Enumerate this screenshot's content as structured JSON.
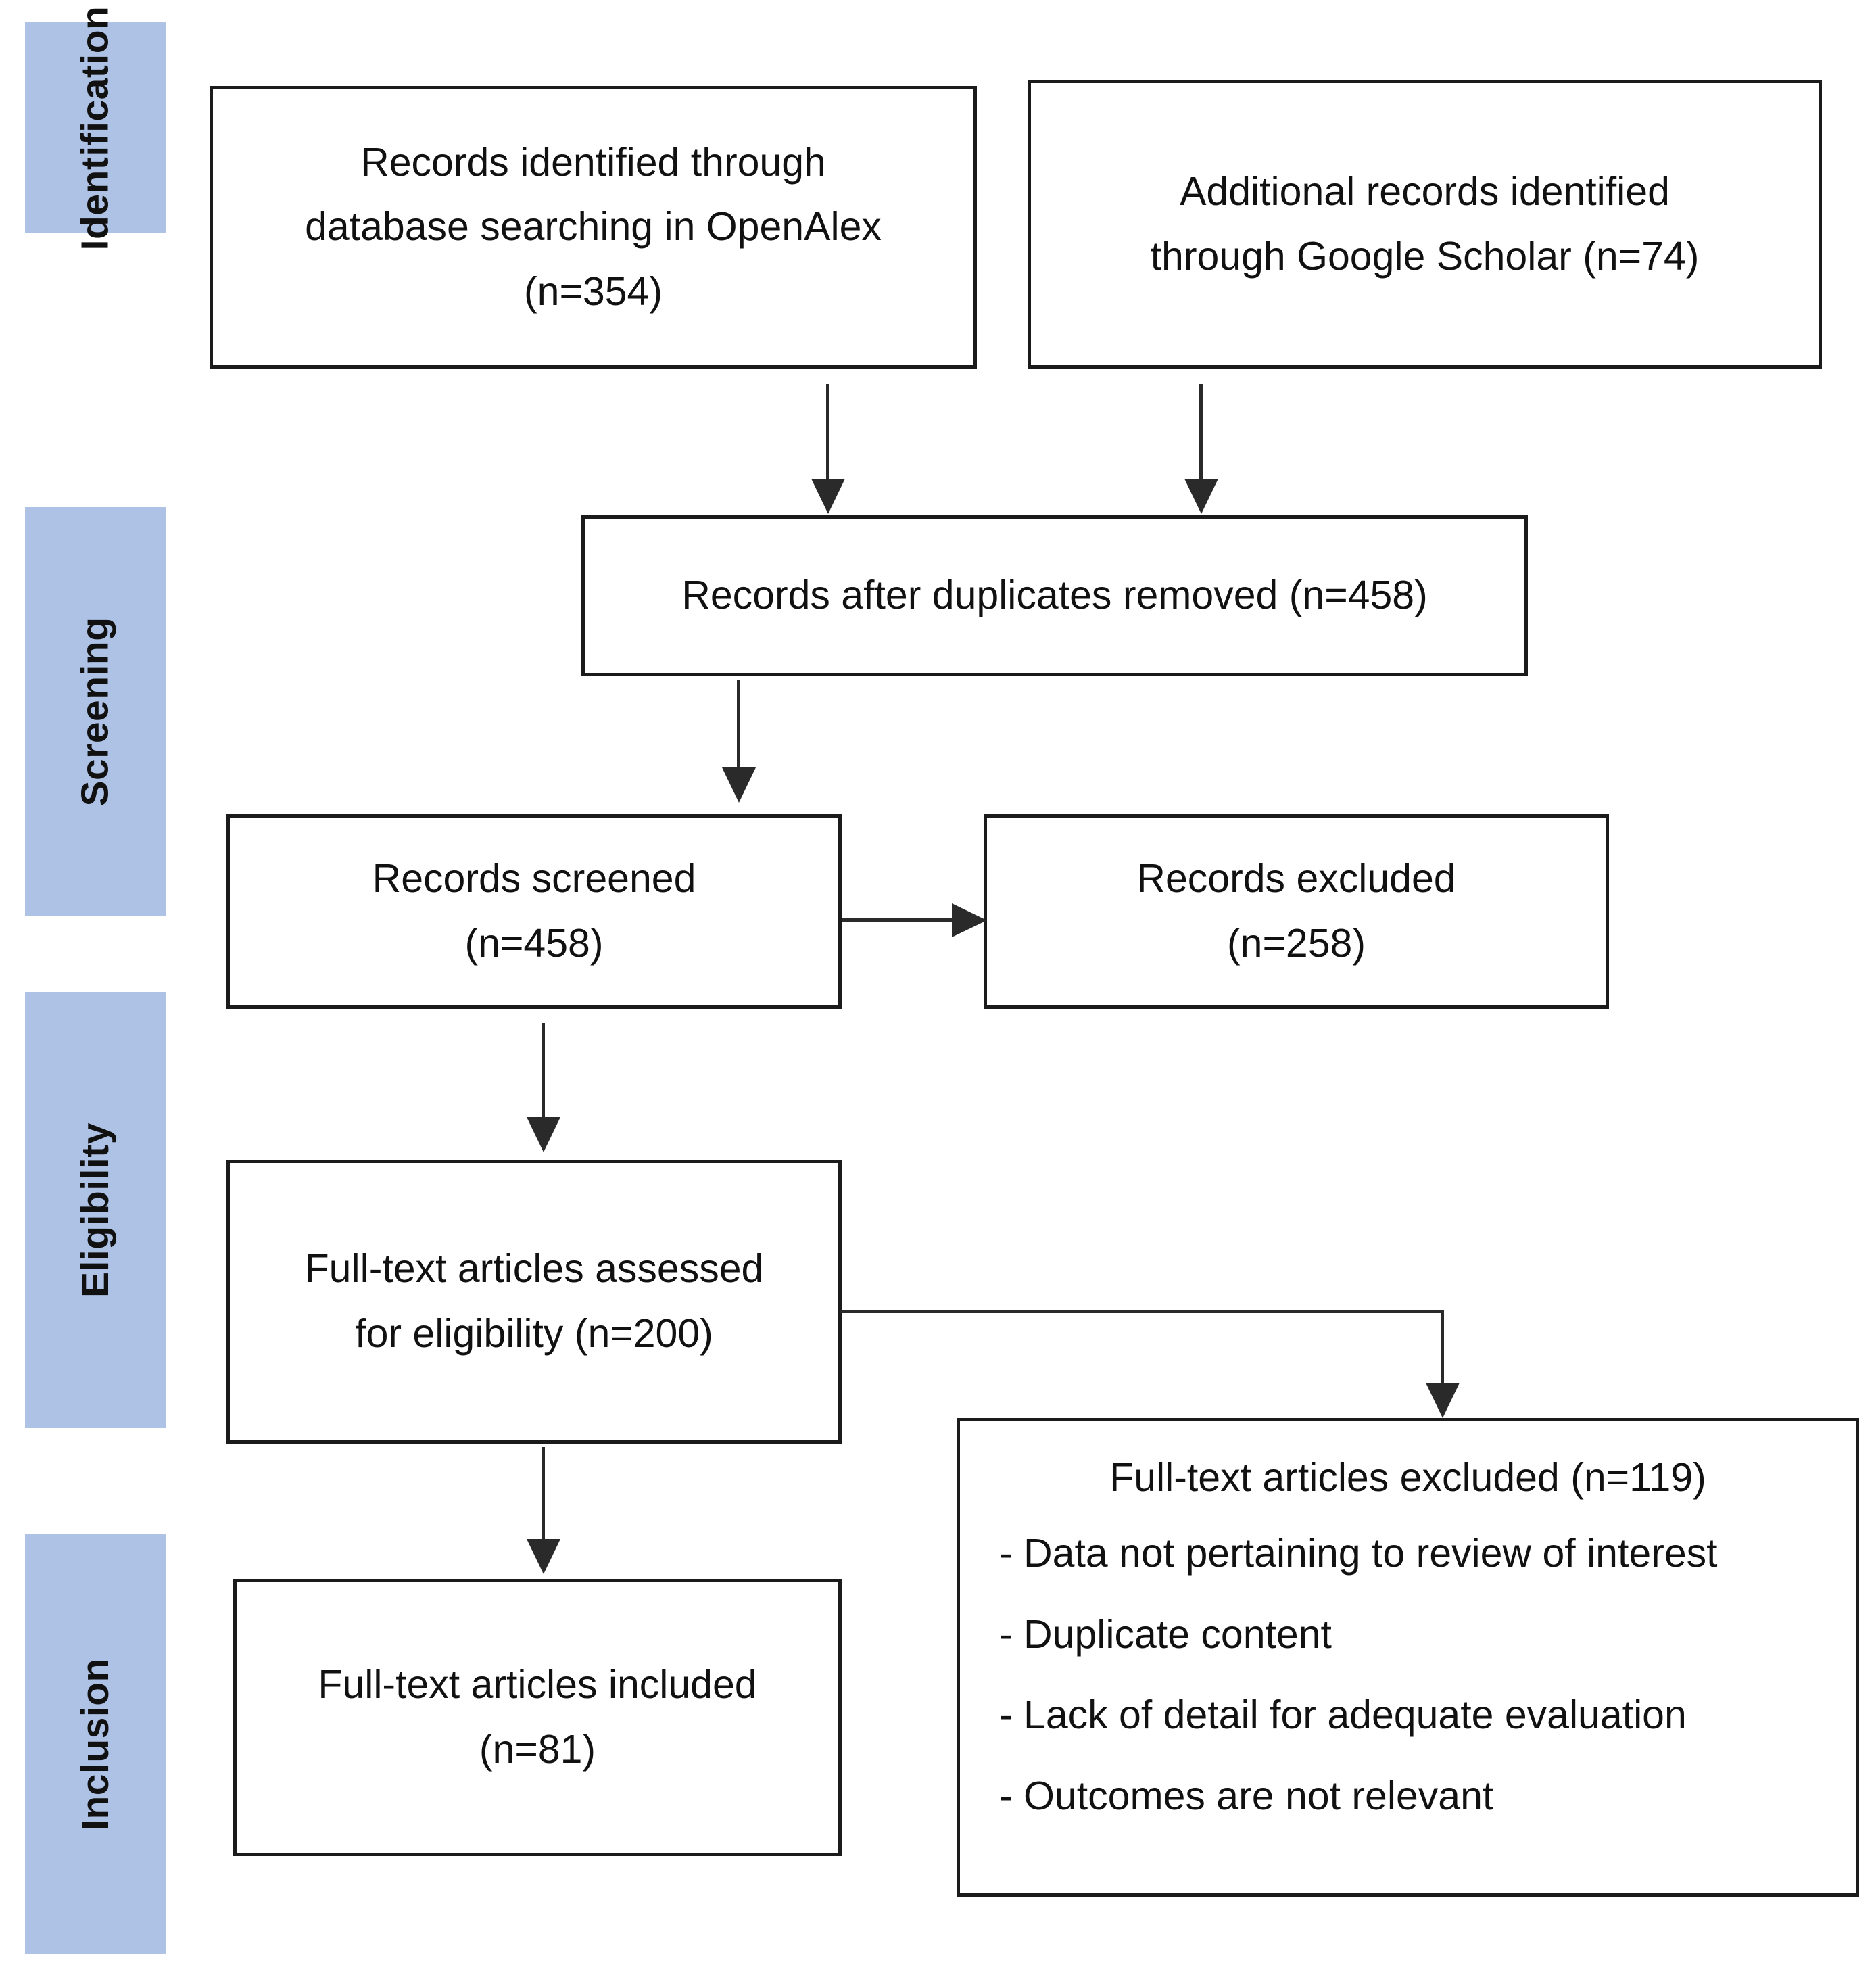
{
  "diagram": {
    "title": "PRISMA flow diagram",
    "accent_color": "#aec2e6",
    "line_color": "#2a2a2a",
    "box_border_color": "#1b1b1b",
    "background_color": "#ffffff"
  },
  "stages": [
    {
      "id": "identification",
      "label": "Identification"
    },
    {
      "id": "screening",
      "label": "Screening"
    },
    {
      "id": "eligibility",
      "label": "Eligibility"
    },
    {
      "id": "inclusion",
      "label": "Inclusion"
    }
  ],
  "boxes": {
    "database_search": {
      "lines": [
        "Records identified through",
        "database searching in OpenAlex",
        "(n=354)"
      ],
      "count": 354
    },
    "additional_records": {
      "lines": [
        "Additional records identified",
        "through Google Scholar (n=74)"
      ],
      "count": 74
    },
    "after_duplicates": {
      "lines": [
        "Records after duplicates removed (n=458)"
      ],
      "count": 458
    },
    "records_screened": {
      "lines": [
        "Records screened",
        "(n=458)"
      ],
      "count": 458
    },
    "records_excluded": {
      "lines": [
        "Records excluded",
        "(n=258)"
      ],
      "count": 258
    },
    "fulltext_assessed": {
      "lines": [
        "Full-text articles assessed",
        "for eligibility (n=200)"
      ],
      "count": 200
    },
    "fulltext_excluded": {
      "title": "Full-text articles excluded (n=119)",
      "count": 119,
      "reasons": [
        "- Data not pertaining to review of interest",
        "- Duplicate content",
        "- Lack of detail for adequate evaluation",
        "- Outcomes are not relevant"
      ]
    },
    "fulltext_included": {
      "lines": [
        "Full-text articles included",
        "(n=81)"
      ],
      "count": 81
    }
  },
  "chart_data": {
    "type": "diagram",
    "title": "PRISMA flow diagram",
    "nodes": [
      {
        "id": "database_search",
        "stage": "Identification",
        "label": "Records identified through database searching in OpenAlex (n=354)",
        "n": 354
      },
      {
        "id": "additional_records",
        "stage": "Identification",
        "label": "Additional records identified through Google Scholar (n=74)",
        "n": 74
      },
      {
        "id": "after_duplicates",
        "stage": "Screening",
        "label": "Records after duplicates removed (n=458)",
        "n": 458
      },
      {
        "id": "records_screened",
        "stage": "Screening",
        "label": "Records screened (n=458)",
        "n": 458
      },
      {
        "id": "records_excluded",
        "stage": "Screening",
        "label": "Records excluded (n=258)",
        "n": 258
      },
      {
        "id": "fulltext_assessed",
        "stage": "Eligibility",
        "label": "Full-text articles assessed for eligibility (n=200)",
        "n": 200
      },
      {
        "id": "fulltext_excluded",
        "stage": "Eligibility",
        "label": "Full-text articles excluded (n=119)",
        "n": 119
      },
      {
        "id": "fulltext_included",
        "stage": "Inclusion",
        "label": "Full-text articles included (n=81)",
        "n": 81
      }
    ],
    "edges": [
      {
        "from": "database_search",
        "to": "after_duplicates",
        "type": "arrow-down"
      },
      {
        "from": "additional_records",
        "to": "after_duplicates",
        "type": "arrow-down"
      },
      {
        "from": "after_duplicates",
        "to": "records_screened",
        "type": "arrow-down"
      },
      {
        "from": "records_screened",
        "to": "records_excluded",
        "type": "arrow-right"
      },
      {
        "from": "records_screened",
        "to": "fulltext_assessed",
        "type": "arrow-down"
      },
      {
        "from": "fulltext_assessed",
        "to": "fulltext_excluded",
        "type": "elbow-right-down"
      },
      {
        "from": "fulltext_assessed",
        "to": "fulltext_included",
        "type": "arrow-down"
      }
    ]
  }
}
